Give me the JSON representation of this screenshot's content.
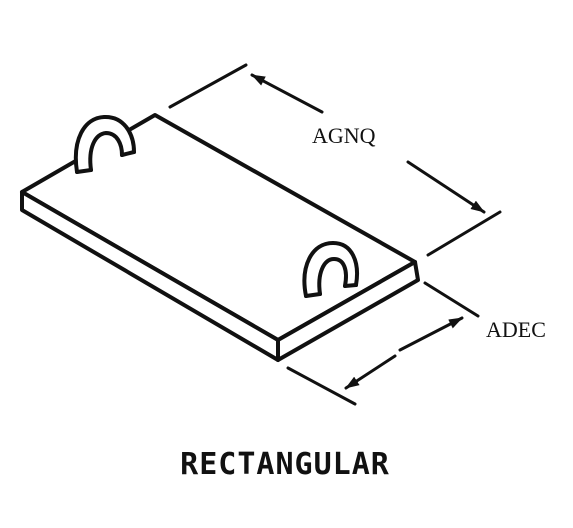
{
  "diagram": {
    "dimension_length_label": "AGNQ",
    "dimension_width_label": "ADEC",
    "caption": "RECTANGULAR",
    "line_color": "#111111",
    "background_color": "#ffffff"
  }
}
